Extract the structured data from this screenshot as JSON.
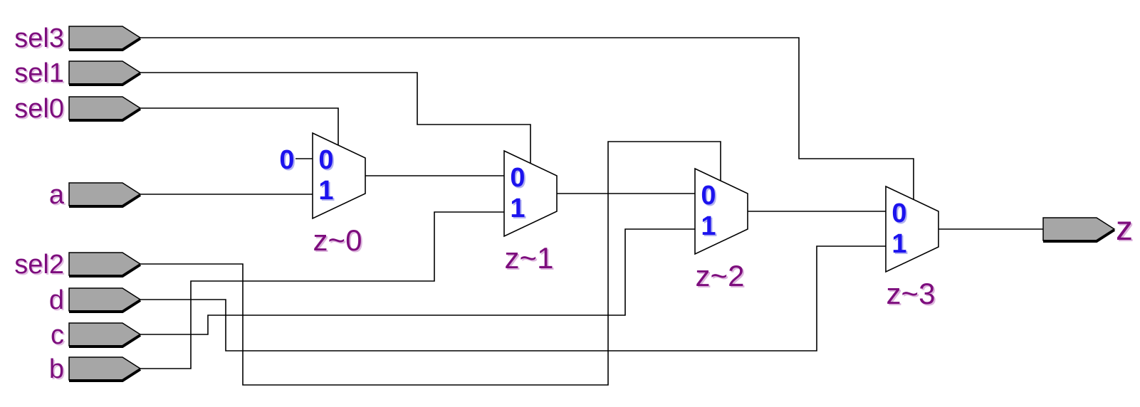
{
  "diagram_type": "rtl-schematic-mux-chain",
  "colors": {
    "background": "#ffffff",
    "wire": "#000000",
    "pin_fill": "#a6a6a6",
    "label_purple": "#7d0d7d",
    "port_blue": "#1c13ee",
    "mux_fill": "#ffffff"
  },
  "pins": {
    "inputs": [
      {
        "name": "sel3"
      },
      {
        "name": "sel1"
      },
      {
        "name": "sel0"
      },
      {
        "name": "a"
      },
      {
        "name": "sel2"
      },
      {
        "name": "d"
      },
      {
        "name": "c"
      },
      {
        "name": "b"
      }
    ],
    "output": {
      "name": "z"
    }
  },
  "constants": [
    {
      "value": "0"
    }
  ],
  "muxes": [
    {
      "name": "z~0",
      "type": "MUX21",
      "port0": "0",
      "port1": "1"
    },
    {
      "name": "z~1",
      "type": "MUX21",
      "port0": "0",
      "port1": "1"
    },
    {
      "name": "z~2",
      "type": "MUX21",
      "port0": "0",
      "port1": "1"
    },
    {
      "name": "z~3",
      "type": "MUX21",
      "port0": "0",
      "port1": "1"
    }
  ],
  "netlist": [
    {
      "from": "const 0",
      "to": "z~0.in0"
    },
    {
      "from": "a",
      "to": "z~0.in1"
    },
    {
      "from": "sel0",
      "to": "z~0.sel"
    },
    {
      "from": "z~0.out",
      "to": "z~1.in0"
    },
    {
      "from": "b",
      "to": "z~1.in1"
    },
    {
      "from": "sel1",
      "to": "z~1.sel"
    },
    {
      "from": "z~1.out",
      "to": "z~2.in0"
    },
    {
      "from": "c",
      "to": "z~2.in1"
    },
    {
      "from": "sel2",
      "to": "z~2.sel"
    },
    {
      "from": "z~2.out",
      "to": "z~3.in0"
    },
    {
      "from": "d",
      "to": "z~3.in1"
    },
    {
      "from": "sel3",
      "to": "z~3.sel"
    },
    {
      "from": "z~3.out",
      "to": "z"
    }
  ]
}
